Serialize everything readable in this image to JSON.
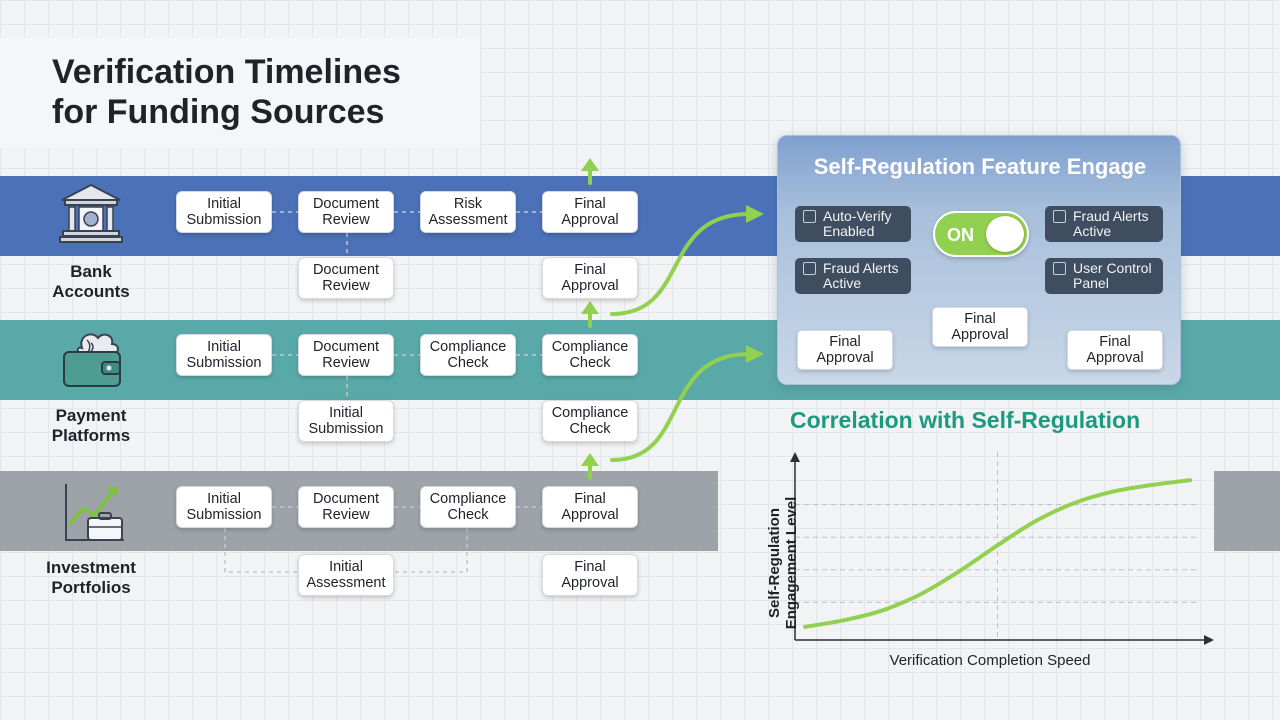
{
  "title": {
    "line1": "Verification Timelines",
    "line2": "for Funding Sources"
  },
  "sources": [
    {
      "name": "Bank Accounts",
      "label_line1": "Bank",
      "label_line2": "Accounts",
      "icon": "bank-icon",
      "band_color": "#4b72b9",
      "steps": [
        {
          "l1": "Initial",
          "l2": "Submission"
        },
        {
          "l1": "Document",
          "l2": "Review"
        },
        {
          "l1": "Risk",
          "l2": "Assessment"
        },
        {
          "l1": "Final",
          "l2": "Approval"
        }
      ],
      "sub_steps": [
        {
          "l1": "Document",
          "l2": "Review"
        },
        {
          "l1": "Final",
          "l2": "Approval"
        }
      ]
    },
    {
      "name": "Payment Platforms",
      "label_line1": "Payment",
      "label_line2": "Platforms",
      "icon": "wallet-icon",
      "band_color": "#5aa9a9",
      "steps": [
        {
          "l1": "Initial",
          "l2": "Submission"
        },
        {
          "l1": "Document",
          "l2": "Review"
        },
        {
          "l1": "Compliance",
          "l2": "Check"
        },
        {
          "l1": "Compliance",
          "l2": "Check"
        }
      ],
      "sub_steps": [
        {
          "l1": "Initial",
          "l2": "Submission"
        },
        {
          "l1": "Compliance",
          "l2": "Check"
        }
      ]
    },
    {
      "name": "Investment Portfolios",
      "label_line1": "Investment",
      "label_line2": "Portfolios",
      "icon": "investment-briefcase-icon",
      "band_color": "#9ea3a9",
      "steps": [
        {
          "l1": "Initial",
          "l2": "Submission"
        },
        {
          "l1": "Document",
          "l2": "Review"
        },
        {
          "l1": "Compliance",
          "l2": "Check"
        },
        {
          "l1": "Final",
          "l2": "Approval"
        }
      ],
      "sub_steps": [
        {
          "l1": "Initial",
          "l2": "Assessment"
        },
        {
          "l1": "Final",
          "l2": "Approval"
        }
      ]
    }
  ],
  "panel": {
    "title": "Self-Regulation Feature Engage",
    "toggle_label": "ON",
    "options": [
      {
        "l1": "Auto-Verify",
        "l2": "Enabled"
      },
      {
        "l1": "Fraud Alerts",
        "l2": "Active"
      },
      {
        "l1": "Fraud Alerts",
        "l2": "Active"
      },
      {
        "l1": "User Control",
        "l2": "Panel"
      }
    ],
    "approvals": [
      {
        "l1": "Final",
        "l2": "Approval"
      },
      {
        "l1": "Final",
        "l2": "Approval"
      },
      {
        "l1": "Final",
        "l2": "Approval"
      }
    ]
  },
  "colors": {
    "accent_green": "#92d050",
    "chart_title": "#1b9a7f"
  },
  "chart_data": {
    "type": "line",
    "title": "Correlation with Self-Regulation",
    "xlabel": "Verification Completion Speed",
    "ylabel_line1": "Self-Regulation",
    "ylabel_line2": "Engagement Level",
    "x": [
      0.0,
      0.1,
      0.2,
      0.3,
      0.4,
      0.5,
      0.6,
      0.7,
      0.8,
      0.9,
      1.0
    ],
    "series": [
      {
        "values": [
          0.05,
          0.09,
          0.15,
          0.25,
          0.39,
          0.55,
          0.7,
          0.81,
          0.88,
          0.92,
          0.95
        ]
      }
    ],
    "xlim": [
      0,
      1
    ],
    "ylim": [
      0,
      1
    ],
    "grid": true
  }
}
